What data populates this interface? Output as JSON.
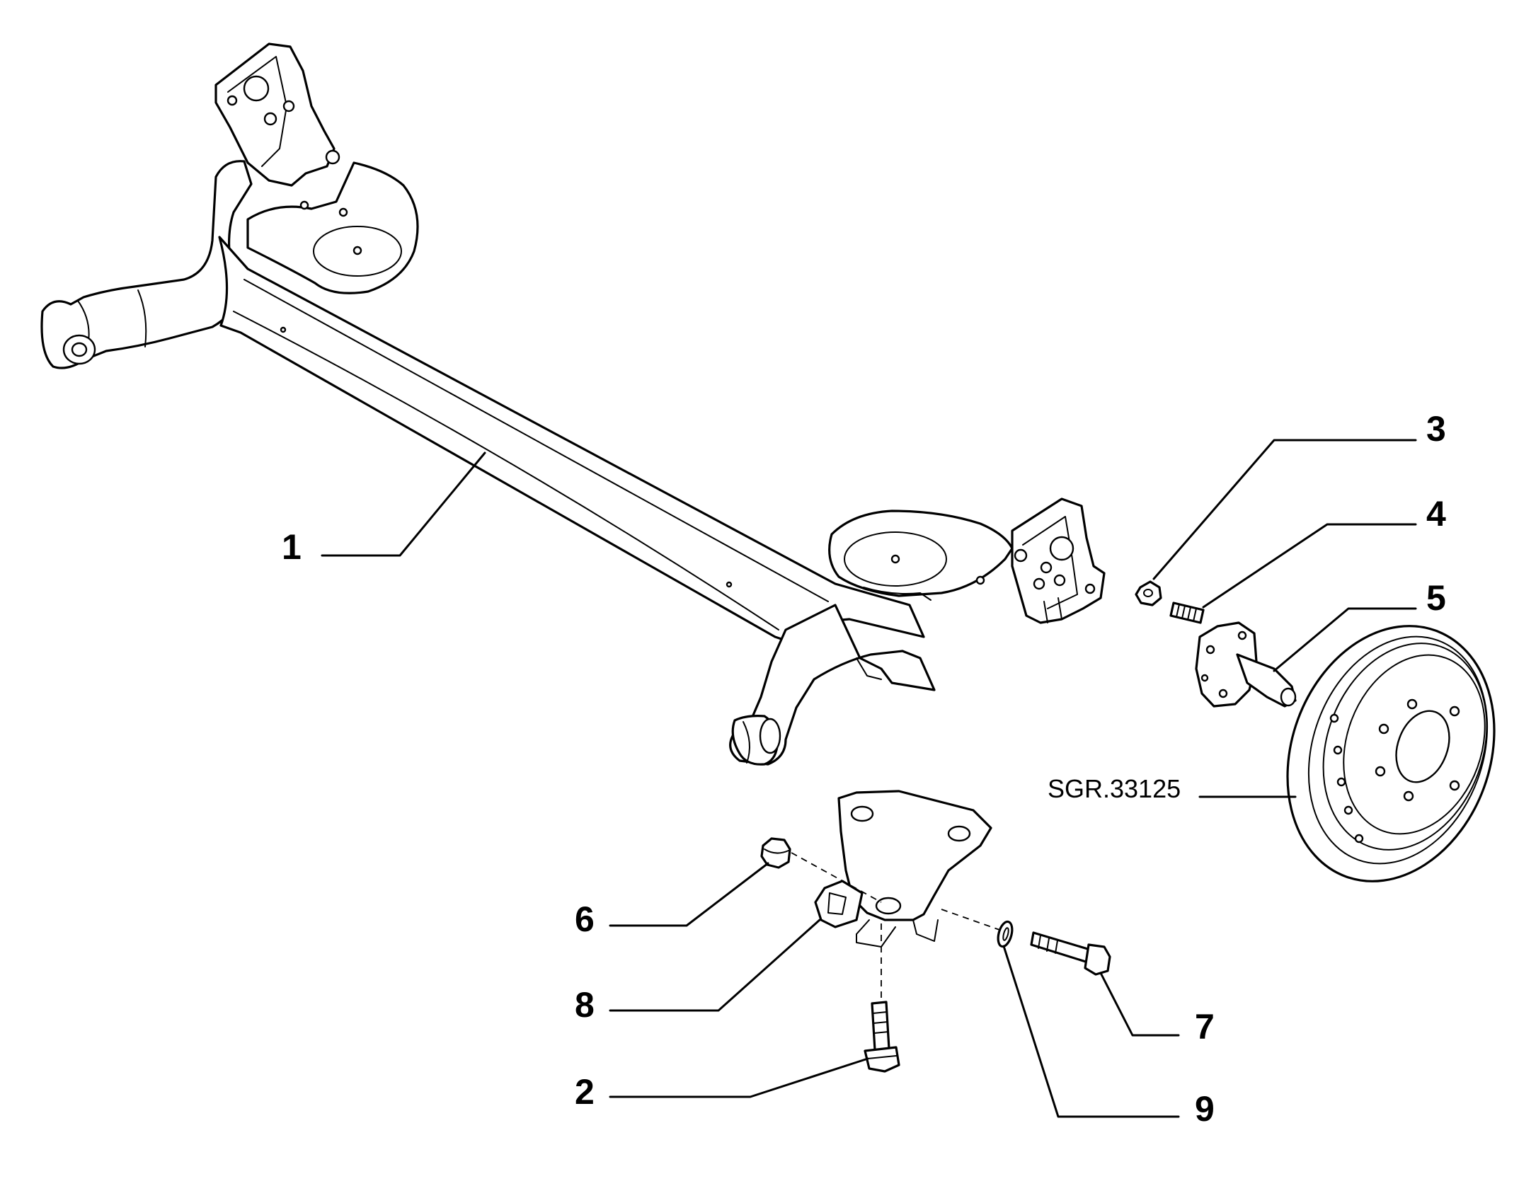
{
  "callouts": [
    {
      "id": "1",
      "label": "1",
      "part": "rear-axle-beam"
    },
    {
      "id": "2",
      "label": "2",
      "part": "bracket-bolt"
    },
    {
      "id": "3",
      "label": "3",
      "part": "hub-nut"
    },
    {
      "id": "4",
      "label": "4",
      "part": "hub-stud"
    },
    {
      "id": "5",
      "label": "5",
      "part": "wheel-hub-spindle"
    },
    {
      "id": "6",
      "label": "6",
      "part": "nut"
    },
    {
      "id": "7",
      "label": "7",
      "part": "mounting-bolt"
    },
    {
      "id": "8",
      "label": "8",
      "part": "mounting-bracket"
    },
    {
      "id": "9",
      "label": "9",
      "part": "washer"
    }
  ],
  "reference": {
    "label": "SGR.33125",
    "part": "brake-drum"
  }
}
